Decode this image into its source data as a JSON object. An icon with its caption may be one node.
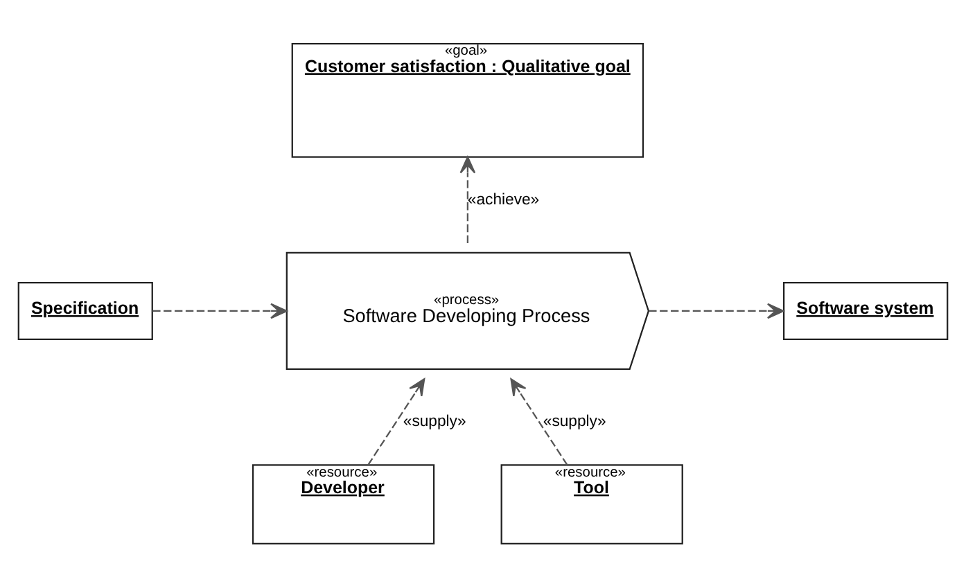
{
  "diagram": {
    "nodes": [
      {
        "text": [
          "«goal»",
          "Customer satisfaction : Qualitative goal"
        ]
      },
      {
        "text": [
          "Specification"
        ]
      },
      {
        "text": [
          "«process»",
          "Software Developing Process"
        ]
      },
      {
        "text": [
          "Software system"
        ]
      },
      {
        "text": [
          "«resource»",
          "Developer"
        ]
      },
      {
        "text": [
          "«resource»",
          "Tool"
        ]
      }
    ],
    "edges": [
      {
        "from": 2,
        "to": 0,
        "arrow": "to",
        "label": "«achieve»",
        "style": "dashed"
      },
      {
        "from": 1,
        "to": 2,
        "arrow": "to",
        "style": "dashed"
      },
      {
        "from": 2,
        "to": 3,
        "arrow": "to",
        "style": "dashed"
      },
      {
        "from": 4,
        "to": 2,
        "arrow": "to",
        "label": "«supply»",
        "style": "dashed"
      },
      {
        "from": 5,
        "to": 2,
        "arrow": "to",
        "label": "«supply»",
        "style": "dashed"
      }
    ]
  }
}
